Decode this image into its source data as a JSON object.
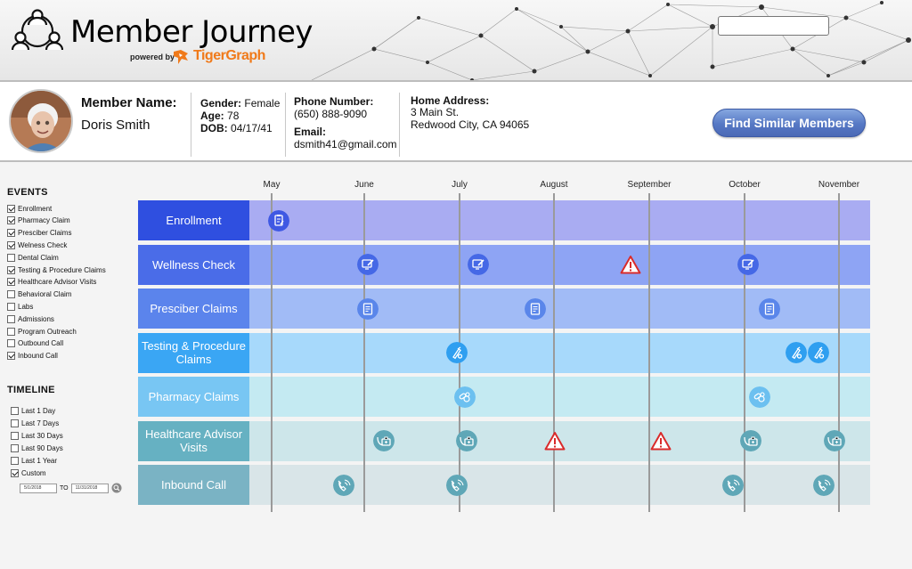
{
  "header": {
    "title": "Member Journey",
    "powered_by": "powered by",
    "brand": "TigerGraph",
    "brand_color": "#f07a1a",
    "search": {
      "value": "",
      "icon": "search-icon"
    }
  },
  "member": {
    "name_label": "Member Name:",
    "name": "Doris Smith",
    "gender_label": "Gender:",
    "gender": "Female",
    "age_label": "Age:",
    "age": "78",
    "dob_label": "DOB:",
    "dob": "04/17/41",
    "phone_label": "Phone Number:",
    "phone": "(650) 888-9090",
    "email_label": "Email:",
    "email": "dsmith41@gmail.com",
    "address_label": "Home Address:",
    "address_line1": "3 Main St.",
    "address_line2": "Redwood City, CA 94065",
    "find_button": "Find Similar Members"
  },
  "events": {
    "title": "EVENTS",
    "items": [
      {
        "label": "Enrollment",
        "checked": true
      },
      {
        "label": "Pharmacy Claim",
        "checked": true
      },
      {
        "label": "Presciber Claims",
        "checked": true
      },
      {
        "label": "Welness Check",
        "checked": true
      },
      {
        "label": "Dental Claim",
        "checked": false
      },
      {
        "label": "Testing & Procedure Claims",
        "checked": true
      },
      {
        "label": "Healthcare Advisor Visits",
        "checked": true
      },
      {
        "label": "Behavioral Claim",
        "checked": false
      },
      {
        "label": "Labs",
        "checked": false
      },
      {
        "label": "Admissions",
        "checked": false
      },
      {
        "label": "Program Outreach",
        "checked": false
      },
      {
        "label": "Outbound Call",
        "checked": false
      },
      {
        "label": "Inbound Call",
        "checked": true
      }
    ]
  },
  "timeline_filter": {
    "title": "TIMELINE",
    "items": [
      {
        "label": "Last 1 Day",
        "checked": false
      },
      {
        "label": "Last 7 Days",
        "checked": false
      },
      {
        "label": "Last 30 Days",
        "checked": false
      },
      {
        "label": "Last 90 Days",
        "checked": false
      },
      {
        "label": "Last 1 Year",
        "checked": false
      },
      {
        "label": "Custom",
        "checked": true
      }
    ],
    "from": "5/1/2018",
    "to_label": "TO",
    "to": "11/31/2018"
  },
  "timeline": {
    "months": [
      "May",
      "June",
      "July",
      "August",
      "September",
      "October",
      "November"
    ],
    "rows": [
      {
        "label": "Enrollment",
        "label_color": "#2f4fe0",
        "band_color": "#a9acf2"
      },
      {
        "label": "Wellness Check",
        "label_color": "#4a6ce8",
        "band_color": "#8ea4f4"
      },
      {
        "label": "Presciber Claims",
        "label_color": "#5b84ec",
        "band_color": "#a1bbf6"
      },
      {
        "label": "Testing & Procedure Claims",
        "label_color": "#3aa6f4",
        "band_color": "#a7d9fb"
      },
      {
        "label": "Pharmacy Claims",
        "label_color": "#78c6f3",
        "band_color": "#c4eaf2"
      },
      {
        "label": "Healthcare Advisor Visits",
        "label_color": "#66b1c2",
        "band_color": "#cde6ea"
      },
      {
        "label": "Inbound Call",
        "label_color": "#7ab3c4",
        "band_color": "#d9e5e8"
      }
    ],
    "events": [
      {
        "row": 0,
        "month": 0.08,
        "kind": "enrollment",
        "icon": "clipboard-pen-icon",
        "color": "#3f59e3"
      },
      {
        "row": 1,
        "month": 1.04,
        "kind": "wellness",
        "icon": "monitor-pen-icon",
        "color": "#4568e6"
      },
      {
        "row": 1,
        "month": 2.2,
        "kind": "wellness",
        "icon": "monitor-pen-icon",
        "color": "#4568e6"
      },
      {
        "row": 1,
        "month": 3.8,
        "kind": "warning",
        "icon": "warning-icon",
        "color": "#d92b2b"
      },
      {
        "row": 1,
        "month": 5.04,
        "kind": "wellness",
        "icon": "monitor-pen-icon",
        "color": "#4568e6"
      },
      {
        "row": 2,
        "month": 1.04,
        "kind": "prescriber",
        "icon": "prescription-icon",
        "color": "#5a86ea"
      },
      {
        "row": 2,
        "month": 2.8,
        "kind": "prescriber",
        "icon": "prescription-icon",
        "color": "#5a86ea"
      },
      {
        "row": 2,
        "month": 5.26,
        "kind": "prescriber",
        "icon": "prescription-icon",
        "color": "#5a86ea"
      },
      {
        "row": 3,
        "month": 1.97,
        "kind": "testing",
        "icon": "test-tube-icon",
        "color": "#2f9ff0"
      },
      {
        "row": 3,
        "month": 5.55,
        "kind": "testing",
        "icon": "test-tube-icon",
        "color": "#2f9ff0"
      },
      {
        "row": 3,
        "month": 5.78,
        "kind": "testing",
        "icon": "test-tube-icon",
        "color": "#2f9ff0"
      },
      {
        "row": 4,
        "month": 2.06,
        "kind": "pharmacy",
        "icon": "pills-icon",
        "color": "#6cc0f0"
      },
      {
        "row": 4,
        "month": 5.16,
        "kind": "pharmacy",
        "icon": "pills-icon",
        "color": "#6cc0f0"
      },
      {
        "row": 5,
        "month": 1.21,
        "kind": "advisor",
        "icon": "doctor-bag-icon",
        "color": "#5fa7b7"
      },
      {
        "row": 5,
        "month": 2.08,
        "kind": "advisor",
        "icon": "doctor-bag-icon",
        "color": "#5fa7b7"
      },
      {
        "row": 5,
        "month": 3.01,
        "kind": "warning",
        "icon": "warning-icon",
        "color": "#d92b2b"
      },
      {
        "row": 5,
        "month": 4.12,
        "kind": "warning",
        "icon": "warning-icon",
        "color": "#d92b2b"
      },
      {
        "row": 5,
        "month": 5.07,
        "kind": "advisor",
        "icon": "doctor-bag-icon",
        "color": "#5fa7b7"
      },
      {
        "row": 5,
        "month": 5.95,
        "kind": "advisor",
        "icon": "doctor-bag-icon",
        "color": "#5fa7b7"
      },
      {
        "row": 6,
        "month": 0.78,
        "kind": "call",
        "icon": "phone-in-icon",
        "color": "#5fa7b7"
      },
      {
        "row": 6,
        "month": 1.97,
        "kind": "call",
        "icon": "phone-in-icon",
        "color": "#5fa7b7"
      },
      {
        "row": 6,
        "month": 4.88,
        "kind": "call",
        "icon": "phone-in-icon",
        "color": "#5fa7b7"
      },
      {
        "row": 6,
        "month": 5.84,
        "kind": "call",
        "icon": "phone-in-icon",
        "color": "#5fa7b7"
      }
    ]
  }
}
